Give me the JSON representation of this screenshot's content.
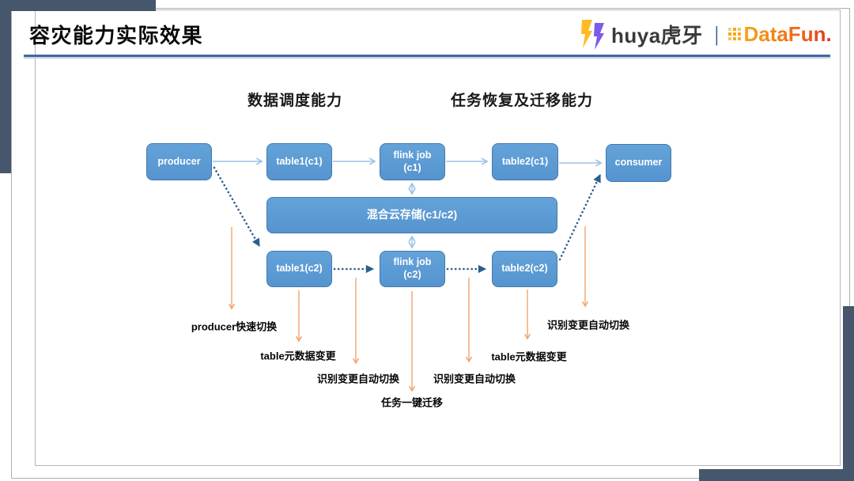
{
  "header": {
    "title": "容灾能力实际效果",
    "logos": {
      "huya": "huya虎牙",
      "separator": "|",
      "datafun": "DataFun."
    }
  },
  "sections": {
    "left": "数据调度能力",
    "right": "任务恢复及迁移能力"
  },
  "diagram": {
    "nodes": {
      "producer": {
        "label": "producer"
      },
      "table1c1": {
        "label": "table1(c1)"
      },
      "flinkc1": {
        "label": "flink job",
        "label2": "(c1)"
      },
      "table2c1": {
        "label": "table2(c1)"
      },
      "consumer": {
        "label": "consumer"
      },
      "storage": {
        "label": "混合云存储(c1/c2)"
      },
      "table1c2": {
        "label": "table1(c2)"
      },
      "flinkc2": {
        "label": "flink job",
        "label2": "(c2)"
      },
      "table2c2": {
        "label": "table2(c2)"
      }
    },
    "annotations": [
      {
        "label": "producer快速切换"
      },
      {
        "label": "table元数据变更"
      },
      {
        "label": "识别变更自动切换"
      },
      {
        "label": "任务一键迁移"
      },
      {
        "label": "识别变更自动切换"
      },
      {
        "label": "table元数据变更"
      },
      {
        "label": "识别变更自动切换"
      }
    ],
    "colors": {
      "node_fill": "#5B9BD5",
      "node_border": "#41719C",
      "dotted_arrow": "#2E5E8E",
      "solid_arrow": "#9CC3E6",
      "orange_arrow": "#F2A470",
      "accent_dark": "#46566C",
      "underline_blue": "#43689C",
      "huya_yellow": "#FFBB21",
      "huya_purple": "#7C5CE8",
      "datafun_orange": "#F7A51C",
      "datafun_red": "#E8321E"
    }
  }
}
